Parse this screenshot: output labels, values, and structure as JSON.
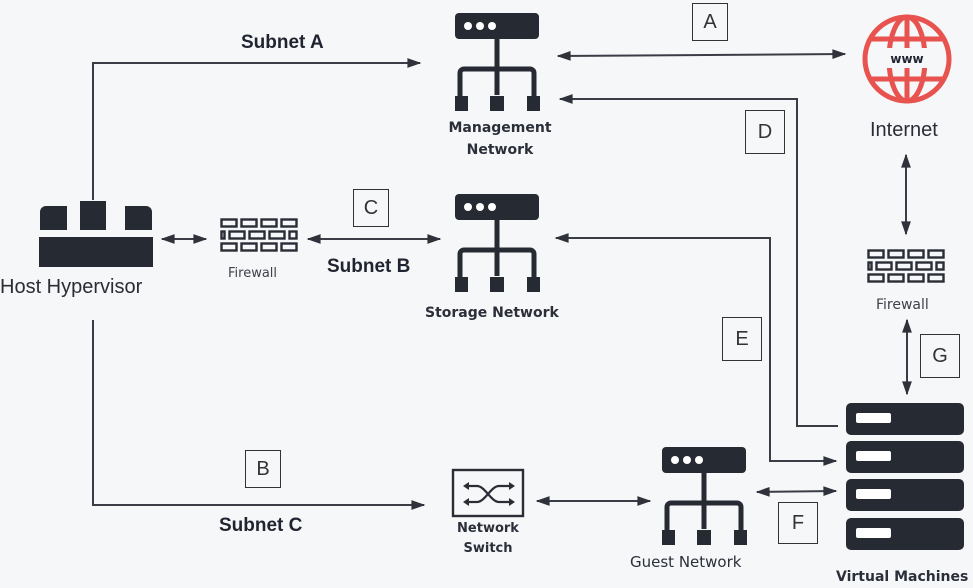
{
  "diagram": {
    "nodes": {
      "host_hypervisor": {
        "label": "Host Hypervisor",
        "icon": "hypervisor-icon"
      },
      "firewall_left": {
        "label": "Firewall",
        "icon": "firewall-icon"
      },
      "management_network": {
        "label_line1": "Management",
        "label_line2": "Network",
        "icon": "network-hub-icon"
      },
      "storage_network": {
        "label": "Storage Network",
        "icon": "network-hub-icon"
      },
      "network_switch": {
        "label_line1": "Network",
        "label_line2": "Switch",
        "icon": "switch-icon"
      },
      "guest_network": {
        "label": "Guest Network",
        "icon": "network-hub-icon"
      },
      "internet": {
        "label": "Internet",
        "icon": "globe-www-icon",
        "icon_text": "www"
      },
      "firewall_right": {
        "label": "Firewall",
        "icon": "firewall-icon"
      },
      "virtual_machines": {
        "label": "Virtual Machines",
        "icon": "server-stack-icon"
      }
    },
    "subnets": {
      "a": "Subnet A",
      "b": "Subnet B",
      "c": "Subnet C"
    },
    "connection_labels": [
      "A",
      "B",
      "C",
      "D",
      "E",
      "F",
      "G"
    ],
    "connections": [
      {
        "from": "Host Hypervisor",
        "to": "Management Network",
        "via": "Subnet A",
        "direction": "one-way"
      },
      {
        "from": "Host Hypervisor",
        "to": "Firewall",
        "direction": "two-way"
      },
      {
        "from": "Firewall",
        "to": "Storage Network",
        "via": "Subnet B",
        "label": "C",
        "direction": "two-way"
      },
      {
        "from": "Host Hypervisor",
        "to": "Network Switch",
        "via": "Subnet C",
        "label": "B",
        "direction": "one-way"
      },
      {
        "from": "Management Network",
        "to": "Internet",
        "label": "A",
        "direction": "two-way"
      },
      {
        "from": "Virtual Machines",
        "to": "Management Network",
        "label": "D",
        "direction": "one-way"
      },
      {
        "from": "Storage Network",
        "to": "Virtual Machines",
        "label": "E",
        "direction": "two-way"
      },
      {
        "from": "Network Switch",
        "to": "Guest Network",
        "direction": "two-way"
      },
      {
        "from": "Guest Network",
        "to": "Virtual Machines",
        "label": "F",
        "direction": "two-way"
      },
      {
        "from": "Internet",
        "to": "Firewall",
        "direction": "two-way"
      },
      {
        "from": "Firewall",
        "to": "Virtual Machines",
        "label": "G",
        "direction": "two-way"
      }
    ],
    "colors": {
      "icon_dark": "#262a33",
      "internet_red": "#e8524f",
      "line": "#3a3d45",
      "background": "#f6f7f8"
    }
  }
}
